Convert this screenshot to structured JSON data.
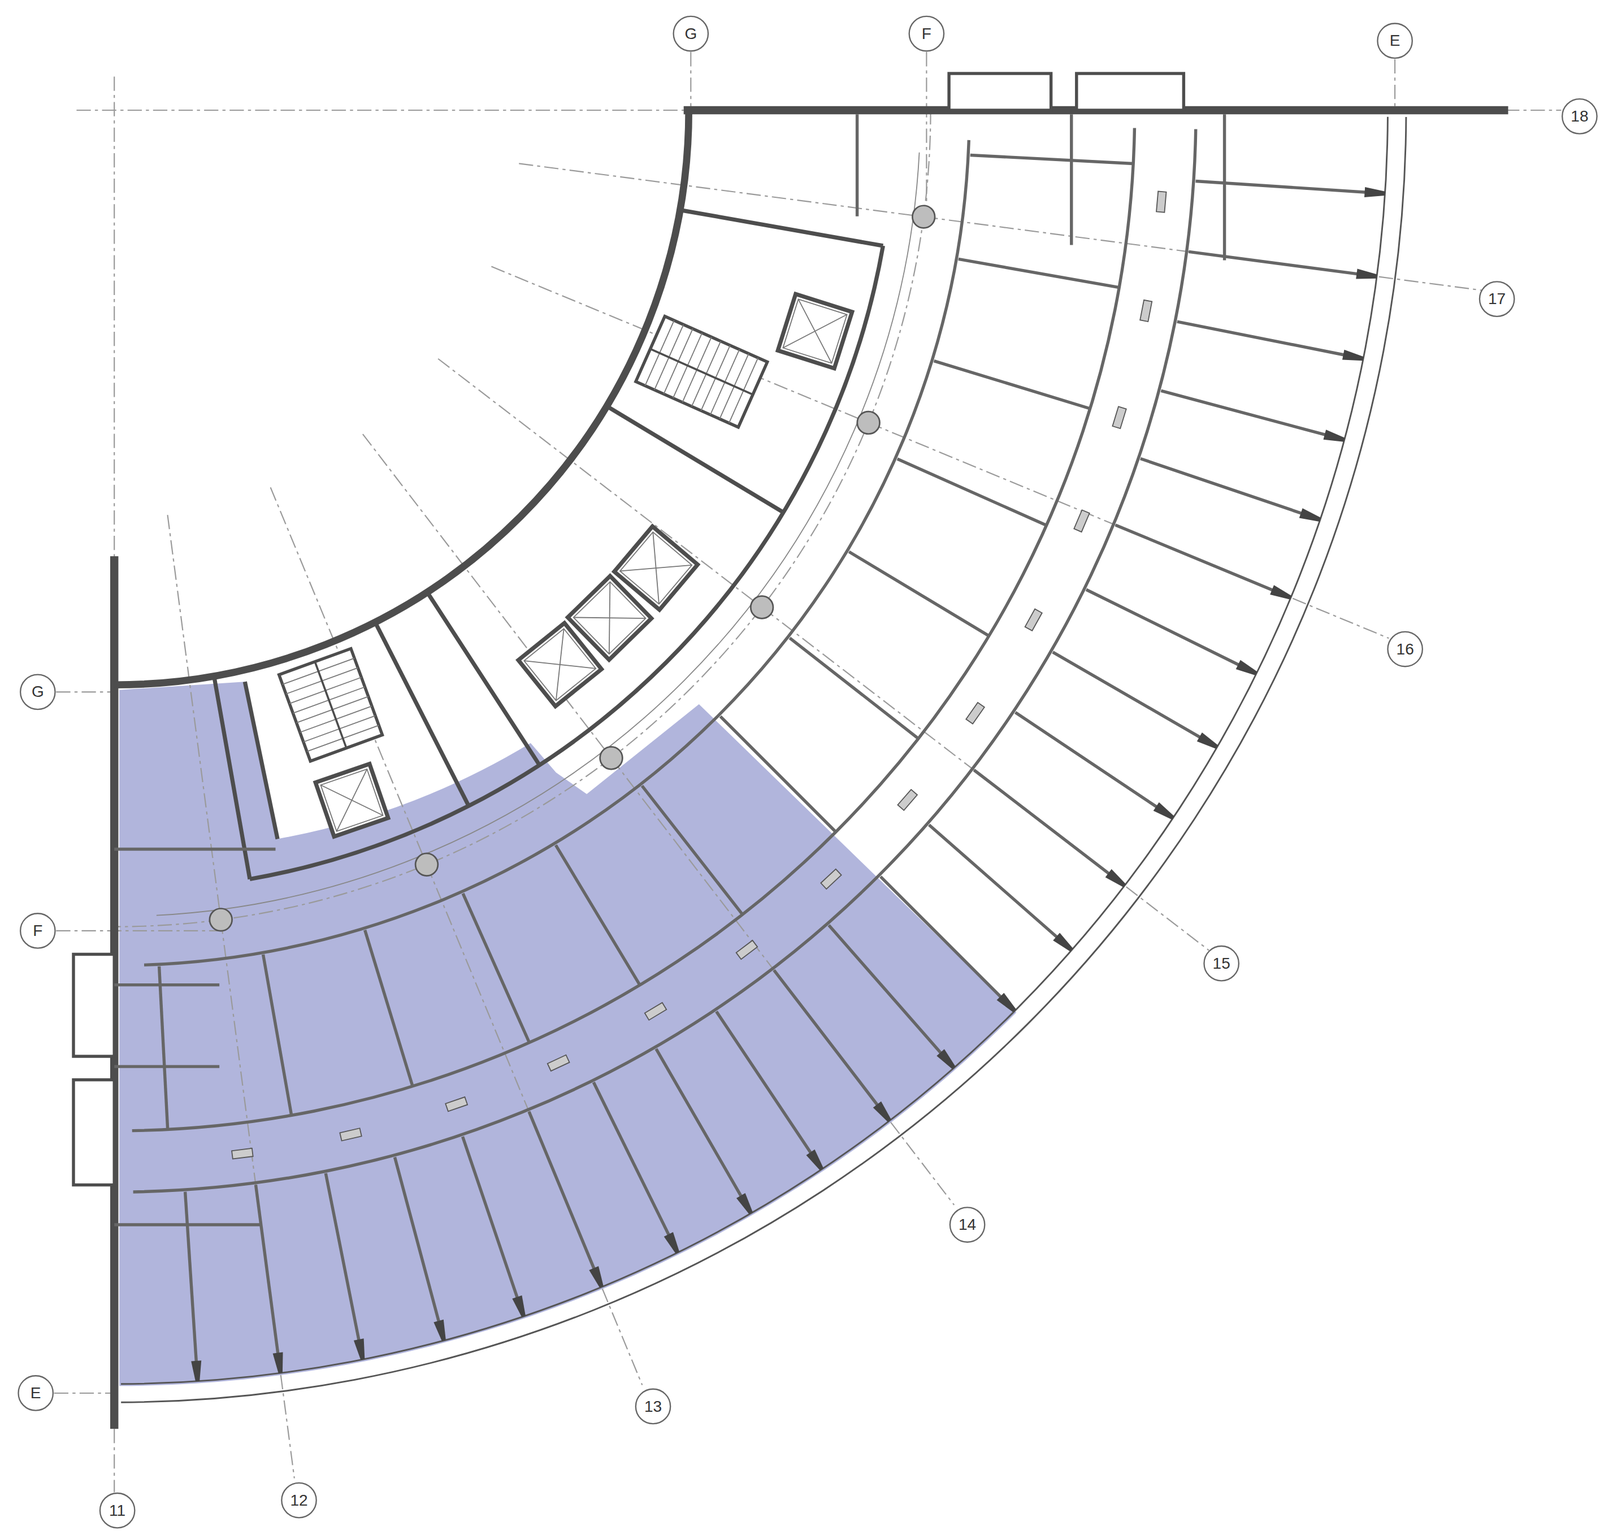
{
  "diagram": {
    "labels": [
      "G",
      "F",
      "E",
      "18",
      "17",
      "G",
      "16",
      "F",
      "15",
      "14",
      "E",
      "13",
      "12",
      "11"
    ]
  }
}
